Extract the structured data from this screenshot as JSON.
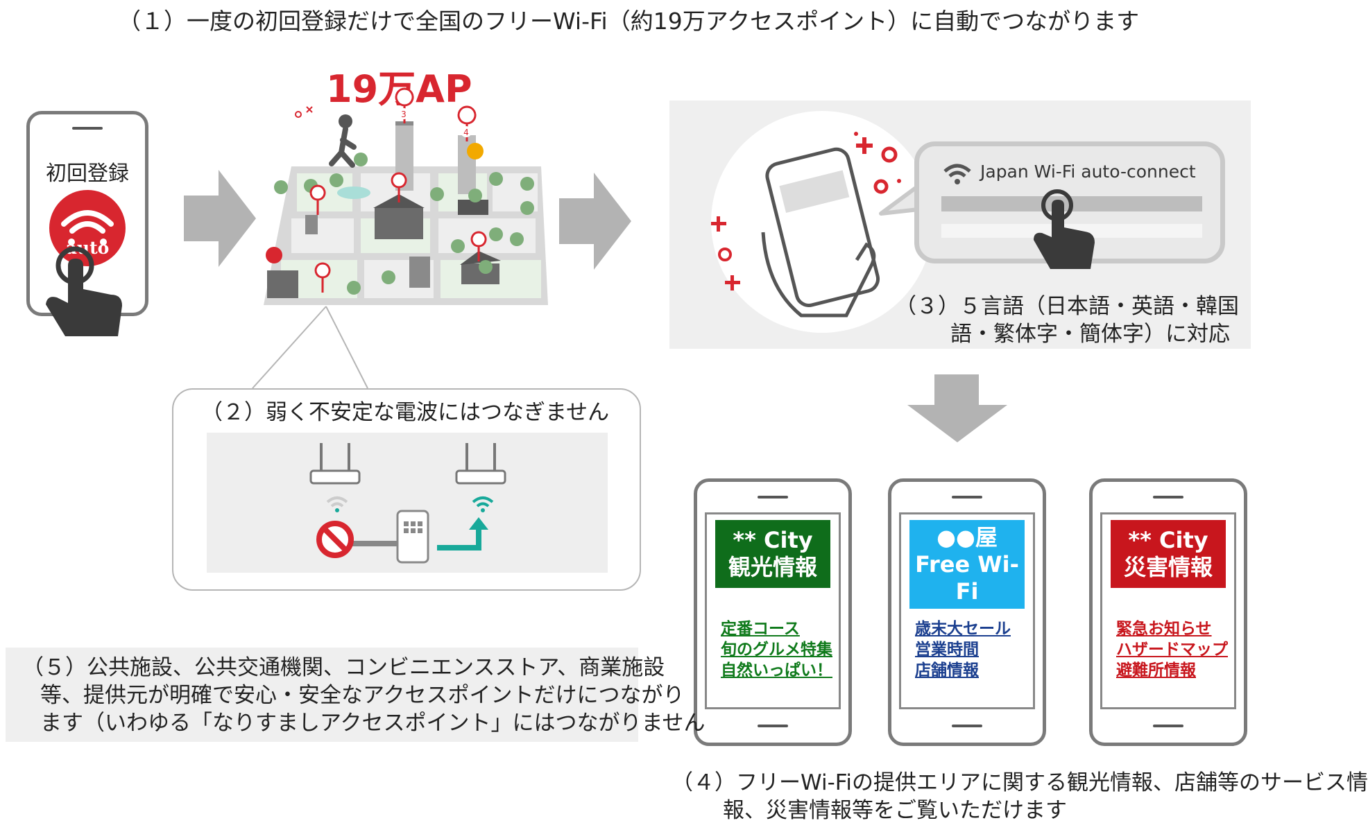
{
  "captions": {
    "step1": "（１）一度の初回登録だけで全国のフリーWi-Fi（約19万アクセスポイント）に自動でつながります",
    "ap_count": "19万AP",
    "step2": "（２）弱く不安定な電波にはつなぎません",
    "step3_line1": "（３）５言語（日本語・英語・韓国",
    "step3_line2": "語・繁体字・簡体字）に対応",
    "step4_line1": "（４）フリーWi-Fiの提供エリアに関する観光情報、店舗等のサービス情",
    "step4_line2": "報、災害情報等をご覧いただけます",
    "step5_line1": "（５）公共施設、公共交通機関、コンビニエンスストア、商業施設",
    "step5_line2": "等、提供元が明確で安心・安全なアクセスポイントだけにつながり",
    "step5_line3": "ます（いわゆる「なりすましアクセスポイント」にはつながりません"
  },
  "registration_phone": {
    "label": "初回登録",
    "badge_text": "auto"
  },
  "map_pins": [
    "3",
    "4"
  ],
  "connect_bubble": {
    "app_name": "Japan Wi-Fi auto-connect"
  },
  "info_phones": [
    {
      "title_line1": "** City",
      "title_line2": "観光情報",
      "title_line3": "",
      "header_color": "#0f6d1b",
      "link_color": "#0f7a1b",
      "links": [
        "定番コース",
        "旬のグルメ特集",
        "自然いっぱい！"
      ]
    },
    {
      "title_line1": "●●屋",
      "title_line2": "Free Wi-",
      "title_line3": "Fi",
      "header_color": "#1fb2ee",
      "link_color": "#1b3f8f",
      "links": [
        "歳末大セール",
        "営業時間",
        "店舗情報"
      ]
    },
    {
      "title_line1": "** City",
      "title_line2": "災害情報",
      "title_line3": "",
      "header_color": "#c8161d",
      "link_color": "#c8161d",
      "links": [
        "緊急お知らせ",
        "ハザードマップ",
        "避難所情報"
      ]
    }
  ],
  "colors": {
    "accent_red": "#d8262f",
    "arrow_gray": "#b3b3b3",
    "teal": "#18a99a"
  }
}
